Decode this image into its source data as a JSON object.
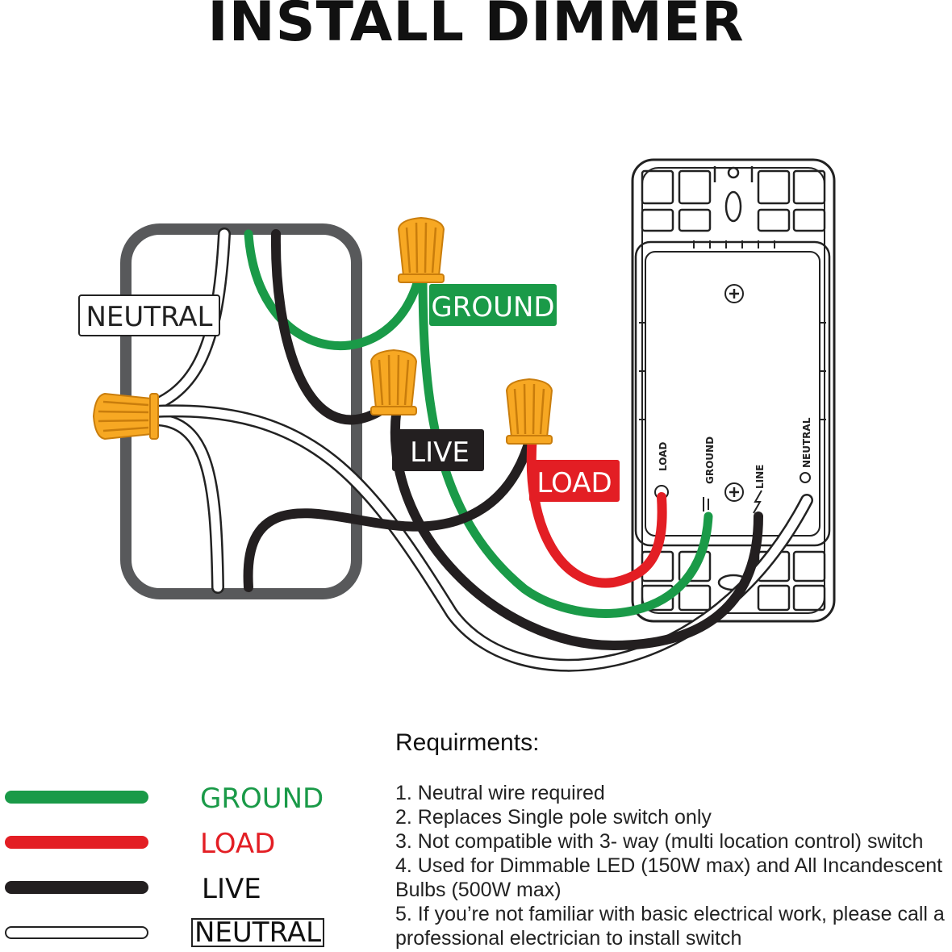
{
  "title": "INSTALL DIMMER",
  "labels": {
    "neutral": "NEUTRAL",
    "ground": "GROUND",
    "live": "LIVE",
    "load": "LOAD"
  },
  "terminals": {
    "load": "LOAD",
    "ground": "GROUND",
    "line": "LINE",
    "neutral": "NEUTRAL"
  },
  "legend": [
    {
      "label": "GROUND",
      "color": "#1a9a48"
    },
    {
      "label": "LOAD",
      "color": "#e31e24"
    },
    {
      "label": "LIVE",
      "color": "#231f20"
    },
    {
      "label": "NEUTRAL",
      "color": "#ffffff"
    }
  ],
  "requirements": {
    "heading": "Requirments:",
    "items": [
      "1. Neutral wire required",
      "2. Replaces Single pole switch only",
      "3. Not compatible with 3- way (multi location control) switch",
      "4. Used for Dimmable LED (150W max) and All Incandescent Bulbs (500W max)",
      "5. If you’re not familiar with basic electrical work, please call a professional electrician to install switch"
    ]
  },
  "colors": {
    "ground": "#1a9a48",
    "load": "#e31e24",
    "live": "#231f20",
    "connector": "#f7a823"
  }
}
